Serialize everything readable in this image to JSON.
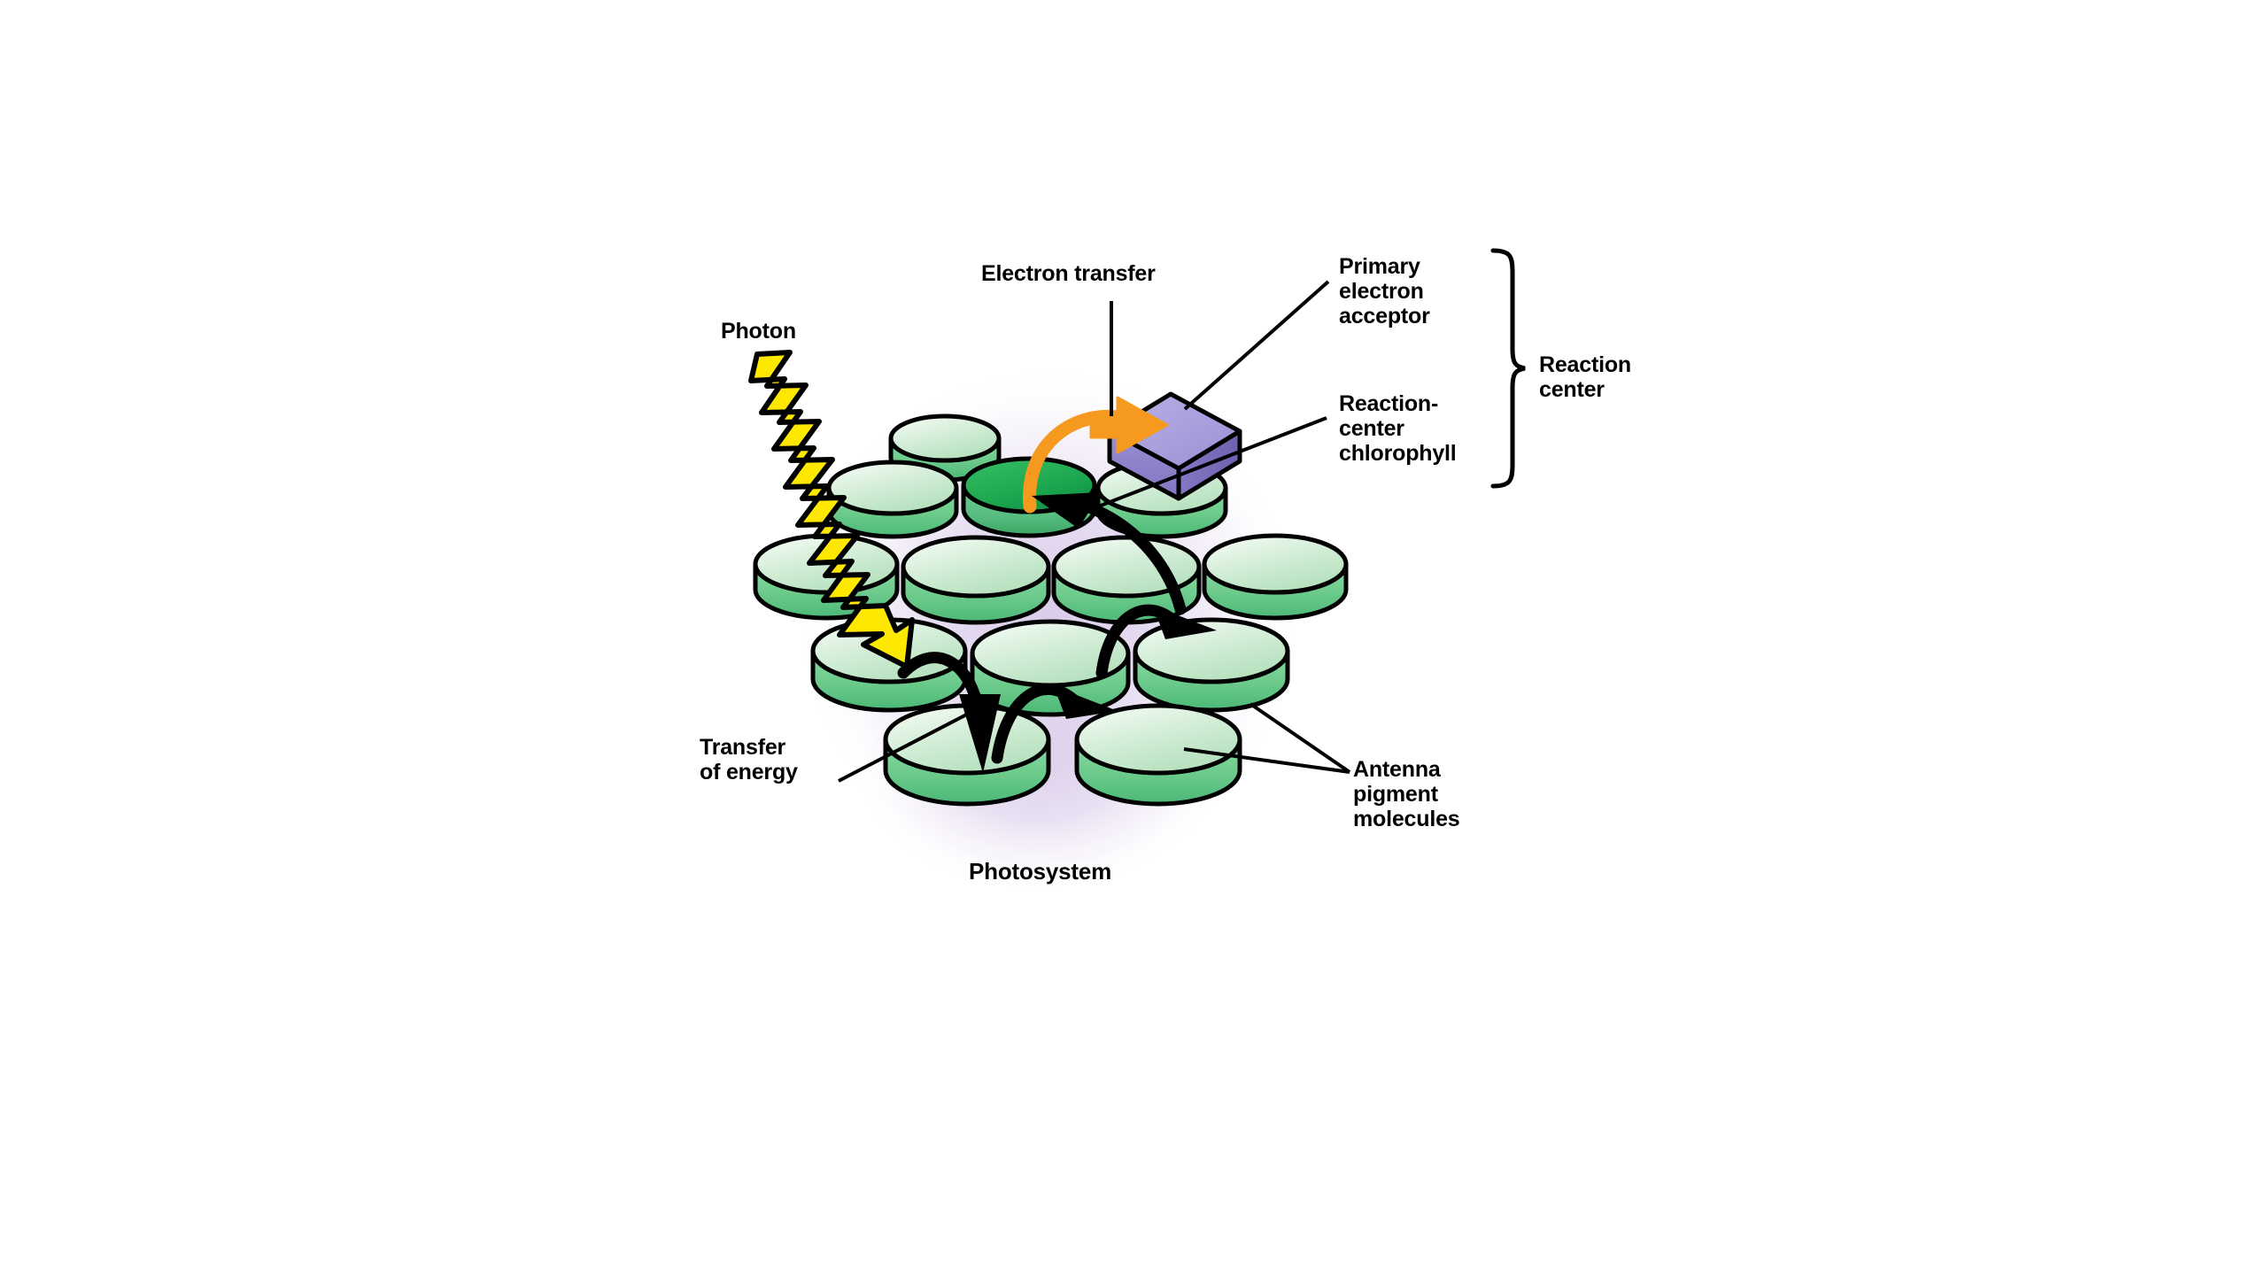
{
  "figure": {
    "title": "Photosystem",
    "caption_note": "Light-harvesting photosystem with antenna pigment molecules and reaction center"
  },
  "labels": {
    "photon": "Photon",
    "electron_transfer": "Electron transfer",
    "primary_electron_acceptor": "Primary\nelectron\nacceptor",
    "reaction_center_chlorophyll": "Reaction-\ncenter\nchlorophyll",
    "reaction_center": "Reaction\ncenter",
    "transfer_of_energy": "Transfer\nof energy",
    "antenna_pigment_molecules": "Antenna\npigment\nmolecules",
    "photosystem": "Photosystem"
  },
  "colors": {
    "background": "#ffffff",
    "glow": "#e3d8ef",
    "disc_top_light": "#e6f5e8",
    "disc_top_mid": "#c3e6c8",
    "disc_side": "#72cf92",
    "disc_side_dark": "#4fba79",
    "reaction_disc_top": "#1faa52",
    "reaction_disc_top_dark": "#0e8c40",
    "reaction_disc_side": "#5cc184",
    "acceptor_box_top": "#a9a0dd",
    "acceptor_box_front": "#8d82cc",
    "acceptor_box_side": "#6f63b4",
    "photon_yellow": "#ffe800",
    "electron_arrow_orange": "#f59a1e",
    "energy_arrow": "#000000",
    "outline": "#000000",
    "text": "#000000"
  },
  "diagram": {
    "type": "biology-illustration",
    "disc_rows": [
      {
        "row": 1,
        "count": 1,
        "kind": "antenna"
      },
      {
        "row": 2,
        "count": 3,
        "kind": "antenna-with-reaction-center"
      },
      {
        "row": 3,
        "count": 4,
        "kind": "antenna"
      },
      {
        "row": 4,
        "count": 3,
        "kind": "antenna"
      },
      {
        "row": 5,
        "count": 2,
        "kind": "antenna"
      }
    ],
    "total_discs": 13,
    "reaction_center_disc_index": "row2-center",
    "energy_transfer_arrow_count": 4,
    "electron_transfer_arrow_count": 1
  }
}
